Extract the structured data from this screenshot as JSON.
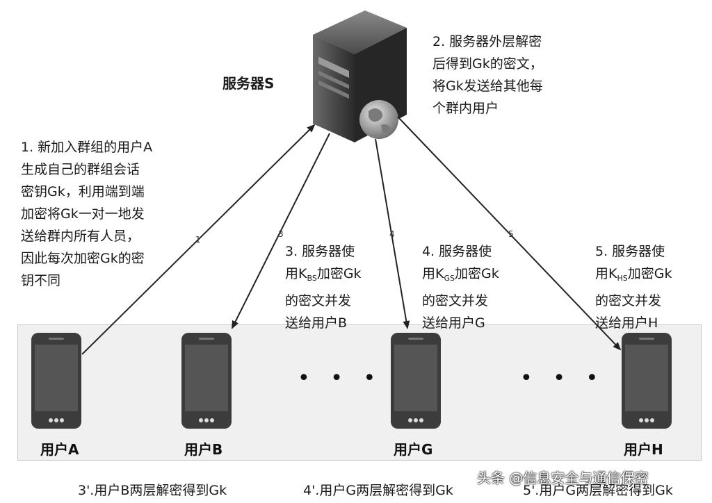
{
  "server": {
    "label": "服务器S"
  },
  "steps": {
    "s1": [
      "1. 新加入群组的用户A",
      "生成自己的群组会话",
      "密钥Gk，利用端到端",
      "加密将Gk一对一地发",
      "送给群内所有人员，",
      "因此每次加密Gk的密",
      "钥不同"
    ],
    "s2": [
      "2. 服务器外层解密",
      "后得到Gk的密文，",
      "将Gk发送给其他每",
      "个群内用户"
    ],
    "s3": {
      "l1": "3. 服务器使",
      "l2a": "用K",
      "l2sub": "BS",
      "l2b": "加密Gk",
      "l3": "的密文并发",
      "l4": "送给用户B"
    },
    "s4": {
      "l1": "4. 服务器使",
      "l2a": "用K",
      "l2sub": "GS",
      "l2b": "加密Gk",
      "l3": "的密文并发",
      "l4": "送给用户G"
    },
    "s5": {
      "l1": "5. 服务器使",
      "l2a": "用K",
      "l2sub": "HS",
      "l2b": "加密Gk",
      "l3": "的密文并发",
      "l4": "送给用户H"
    }
  },
  "arrow_labels": [
    "1",
    "3",
    "4",
    "5"
  ],
  "users": [
    "用户A",
    "用户B",
    "用户G",
    "用户H"
  ],
  "ellipsis": "• • •",
  "footer": {
    "f3": "3'.用户B两层解密得到Gk",
    "f4": "4'.用户G两层解密得到Gk",
    "f5": "5'.用户G两层解密得到Gk"
  },
  "watermark": "头条 @信息安全与通信保密",
  "colors": {
    "arrow": "#222222",
    "band": "#f0f0f0",
    "phone_body": "#3c3c3c",
    "screen": "#555555"
  }
}
